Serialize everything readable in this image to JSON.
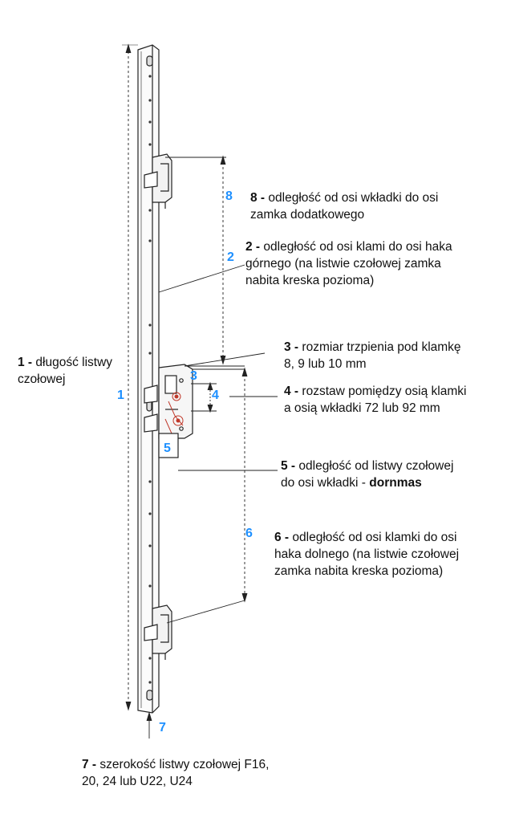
{
  "colors": {
    "number": "#1e90ff",
    "line": "#222222",
    "text": "#111111"
  },
  "markers": {
    "m1": "1",
    "m2": "2",
    "m3": "3",
    "m4": "4",
    "m5": "5",
    "m6": "6",
    "m7": "7",
    "m8": "8"
  },
  "labels": {
    "l1": {
      "num": "1 -",
      "lines": [
        "długość listwy",
        "czołowej"
      ]
    },
    "l2": {
      "num": "2 -",
      "lines": [
        "odległość od osi klami do osi haka",
        "górnego (na listwie czołowej zamka",
        "nabita kreska pozioma)"
      ]
    },
    "l3": {
      "num": "3 -",
      "lines": [
        "rozmiar trzpienia pod klamkę",
        "8, 9 lub 10 mm"
      ]
    },
    "l4": {
      "num": "4 -",
      "lines": [
        "rozstaw pomiędzy osią klamki",
        "a osią wkładki 72 lub 92 mm"
      ]
    },
    "l5": {
      "num": "5 -",
      "lines": [
        "odległość od listwy czołowej",
        "do osi wkładki - "
      ],
      "bold": "dornmas"
    },
    "l6": {
      "num": "6 -",
      "lines": [
        "odległość od osi klamki do osi",
        "haka dolnego (na listwie czołowej",
        "zamka nabita kreska pozioma)"
      ]
    },
    "l7": {
      "num": "7 -",
      "lines": [
        "szerokość listwy czołowej F16,",
        "20, 24 lub U22, U24"
      ]
    },
    "l8": {
      "num": "8 -",
      "lines": [
        "odległość od osi wkładki do osi",
        "zamka dodatkowego"
      ]
    }
  }
}
